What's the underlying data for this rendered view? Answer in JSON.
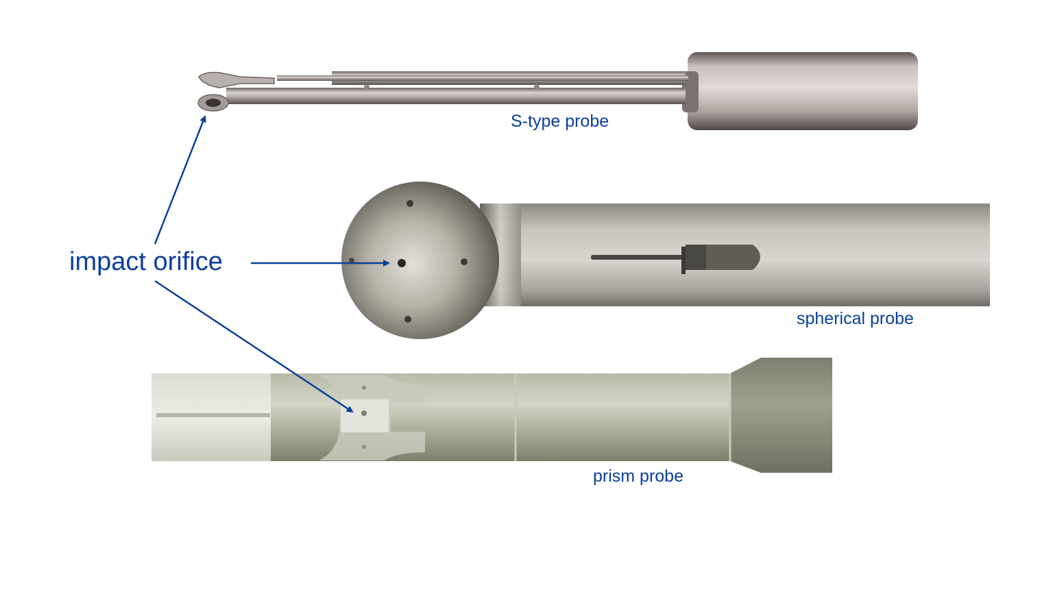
{
  "labels": {
    "impact_orifice": "impact orifice",
    "s_type": "S-type probe",
    "spherical": "spherical probe",
    "prism": "prism probe"
  },
  "colors": {
    "label_blue": "#0a3f9c",
    "arrow_blue": "#0a3f9c"
  }
}
